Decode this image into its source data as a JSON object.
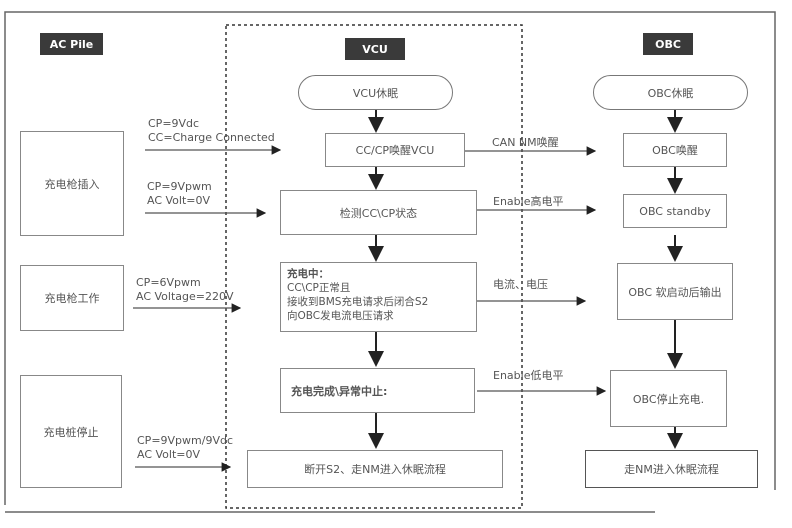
{
  "headers": {
    "ac_pile": "AC Pile",
    "vcu": "VCU",
    "obc": "OBC"
  },
  "vcu": {
    "sleep": "VCU休眠",
    "wake": "CC/CP唤醒VCU",
    "detect": "检测CC\\CP状态",
    "charging": {
      "title": "充电中：",
      "line1": "CC\\CP正常且",
      "line2": "接收到BMS充电请求后闭合S2",
      "line3": "向OBC发电流电压请求"
    },
    "done": "充电完成\\异常中止:",
    "disconnect": "断开S2、走NM进入休眠流程"
  },
  "obc": {
    "sleep": "OBC休眠",
    "wake": "OBC唤醒",
    "standby": "OBC standby",
    "output": "OBC 软启动后输出",
    "stop": "OBC停止充电.",
    "nm_sleep": "走NM进入休眠流程"
  },
  "ac_pile": {
    "plug_in": "充电枪插入",
    "working": "充电枪工作",
    "stop": "充电桩停止"
  },
  "signals": {
    "s1a": "CP=9Vdc",
    "s1b": "CC=Charge Connected",
    "s2a": "CP=9Vpwm",
    "s2b": "AC Volt=0V",
    "s3a": "CP=6Vpwm",
    "s3b": "AC Voltage=220V",
    "s4a": "CP=9Vpwm/9Vdc",
    "s4b": "AC Volt=0V",
    "r1": "CAN NM唤醒",
    "r2": "Enable高电平",
    "r3": "电流、电压",
    "r4": "Enable低电平"
  }
}
